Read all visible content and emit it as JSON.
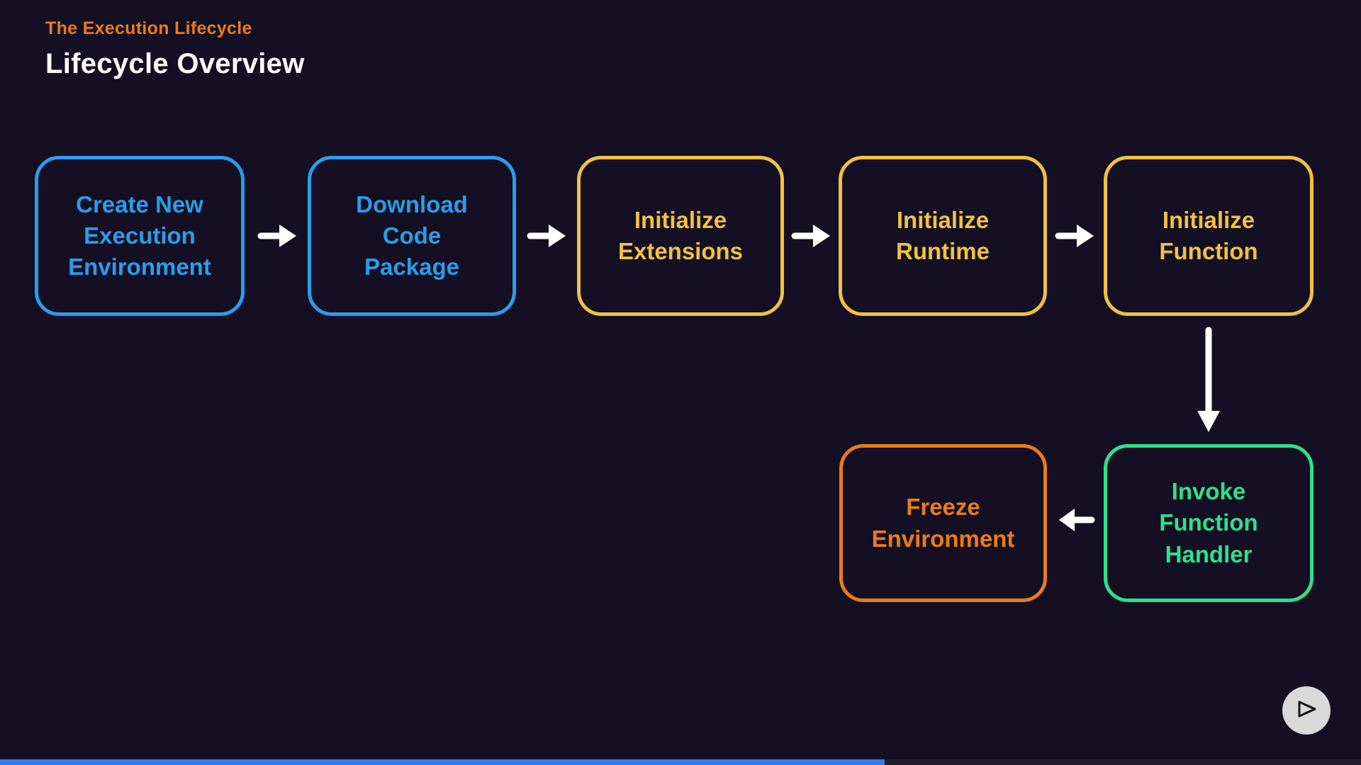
{
  "header": {
    "eyebrow": "The Execution Lifecycle",
    "title": "Lifecycle Overview"
  },
  "colors": {
    "background": "#140f22",
    "blue": "#2a9deb",
    "yellow": "#f0c143",
    "green": "#2ee08e",
    "orange": "#eb7b1c",
    "arrow": "#ffffff",
    "progress": "#2e7ef0",
    "play_button_bg": "#d9d9d9"
  },
  "nodes": [
    {
      "id": "create-new-execution-environment",
      "label": "Create New\nExecution\nEnvironment",
      "color": "blue"
    },
    {
      "id": "download-code-package",
      "label": "Download\nCode\nPackage",
      "color": "blue"
    },
    {
      "id": "initialize-extensions",
      "label": "Initialize\nExtensions",
      "color": "yellow"
    },
    {
      "id": "initialize-runtime",
      "label": "Initialize\nRuntime",
      "color": "yellow"
    },
    {
      "id": "initialize-function",
      "label": "Initialize\nFunction",
      "color": "yellow"
    },
    {
      "id": "invoke-function-handler",
      "label": "Invoke\nFunction\nHandler",
      "color": "green"
    },
    {
      "id": "freeze-environment",
      "label": "Freeze\nEnvironment",
      "color": "orange"
    }
  ],
  "edges": [
    {
      "from": "create-new-execution-environment",
      "to": "download-code-package",
      "direction": "right"
    },
    {
      "from": "download-code-package",
      "to": "initialize-extensions",
      "direction": "right"
    },
    {
      "from": "initialize-extensions",
      "to": "initialize-runtime",
      "direction": "right"
    },
    {
      "from": "initialize-runtime",
      "to": "initialize-function",
      "direction": "right"
    },
    {
      "from": "initialize-function",
      "to": "invoke-function-handler",
      "direction": "down"
    },
    {
      "from": "invoke-function-handler",
      "to": "freeze-environment",
      "direction": "left"
    }
  ],
  "player": {
    "icon": "fast-forward-icon",
    "progress_percent": 65
  }
}
